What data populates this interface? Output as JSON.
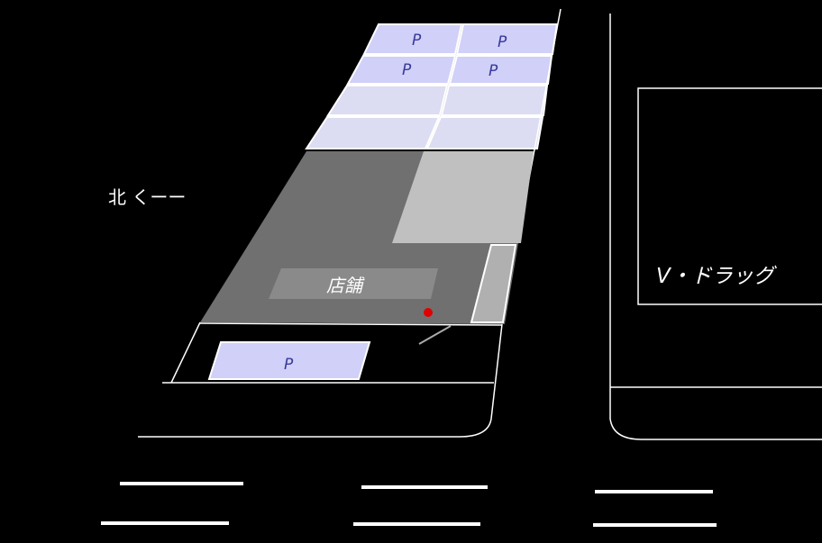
{
  "labels": {
    "north": "北 くーー",
    "store": "店舗",
    "neighbor": "V・ドラッグ",
    "parking": "P"
  },
  "colors": {
    "parking_marked": "#d0d0f8",
    "parking_plain": "#dcdcf2",
    "store_area": "#707070",
    "light_area": "#c0c0c0",
    "entrance_marker": "#e00000"
  }
}
